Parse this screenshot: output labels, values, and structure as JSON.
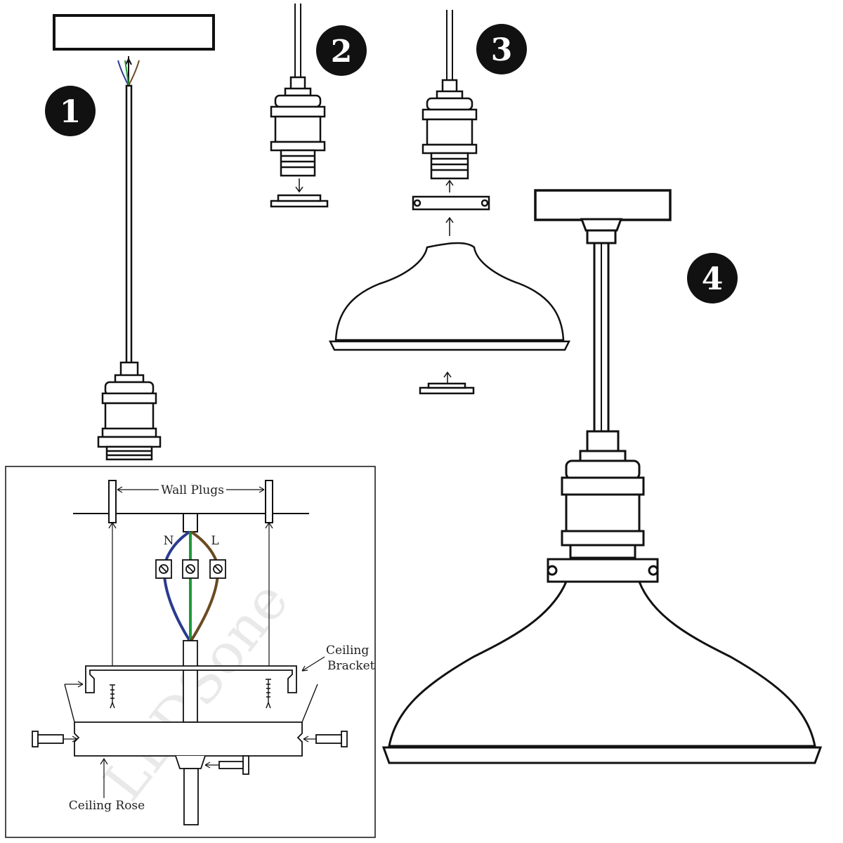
{
  "steps": [
    {
      "number": "1"
    },
    {
      "number": "2"
    },
    {
      "number": "3"
    },
    {
      "number": "4"
    }
  ],
  "wiring_detail": {
    "wall_plugs_label": "Wall Plugs",
    "neutral_label": "N",
    "live_label": "L",
    "ceiling_bracket_label_line1": "Ceiling",
    "ceiling_bracket_label_line2": "Bracket",
    "ceiling_rose_label": "Ceiling Rose",
    "watermark": "LEDSone"
  },
  "colors": {
    "line": "#111111",
    "neutral_wire": "#2b3a8f",
    "earth_wire": "#1f9a3a",
    "live_wire": "#6b4a22",
    "badge_fill": "#111111"
  }
}
